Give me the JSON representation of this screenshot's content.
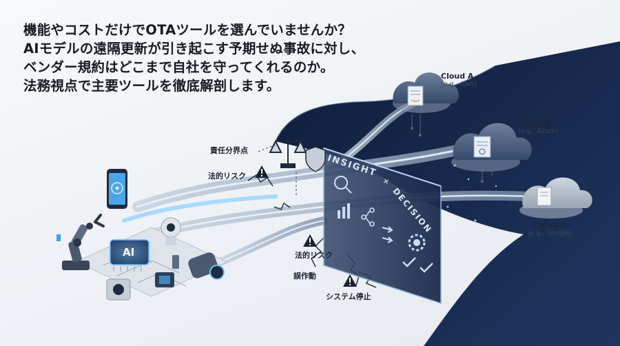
{
  "headline": {
    "line1": "機能やコストだけでOTAツールを選んでいませんか？",
    "line2": "AIモデルの遠隔更新が引き起こす予期せぬ事故に対し、",
    "line3": "ベンダー規約はどこまで自社を守ってくれるのか。",
    "line4": "法務視点で主要ツールを徹底解剖します。"
  },
  "clouds": [
    {
      "name": "Cloud A",
      "sub": "(e.g., AWS)"
    },
    {
      "name": "Cloud B",
      "sub": "(e.g., Azure)"
    },
    {
      "name": "Cloud C",
      "sub": "(e.g., Google)"
    }
  ],
  "labels": {
    "responsibility_point": "責任分界点",
    "legal_risk_1": "法的リスク",
    "legal_risk_2": "法的リスク",
    "malfunction": "誤作動",
    "system_stop": "システム停止"
  },
  "panel": {
    "insight": "INSIGHT",
    "times": "✕",
    "decision": "DECISION"
  },
  "chip": {
    "ai": "AI"
  },
  "colors": {
    "navy": "#1a2b4c",
    "accent_blue": "#3aa0ff",
    "warning": "#1b2330"
  }
}
